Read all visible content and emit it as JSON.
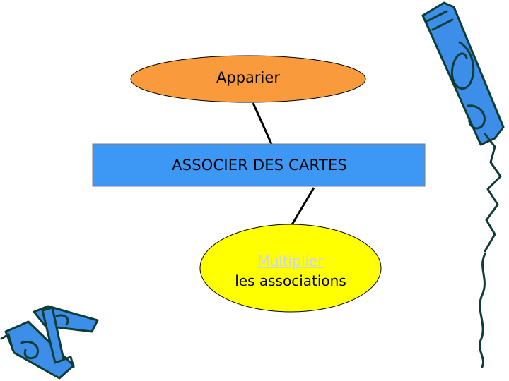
{
  "diagram": {
    "top_node": {
      "label": "Apparier",
      "fill": "#f99a3c"
    },
    "center_node": {
      "label": "ASSOCIER DES CARTES",
      "fill": "#3d98f5"
    },
    "bottom_node": {
      "line1": "Multiplier",
      "line2": "les associations",
      "fill": "#ffff00"
    }
  },
  "decorations": [
    "crayon-clipart-right",
    "crayon-clipart-left"
  ],
  "colors": {
    "crayon_outline": "#0d3d36",
    "crayon_fill": "#3c8ee8"
  }
}
